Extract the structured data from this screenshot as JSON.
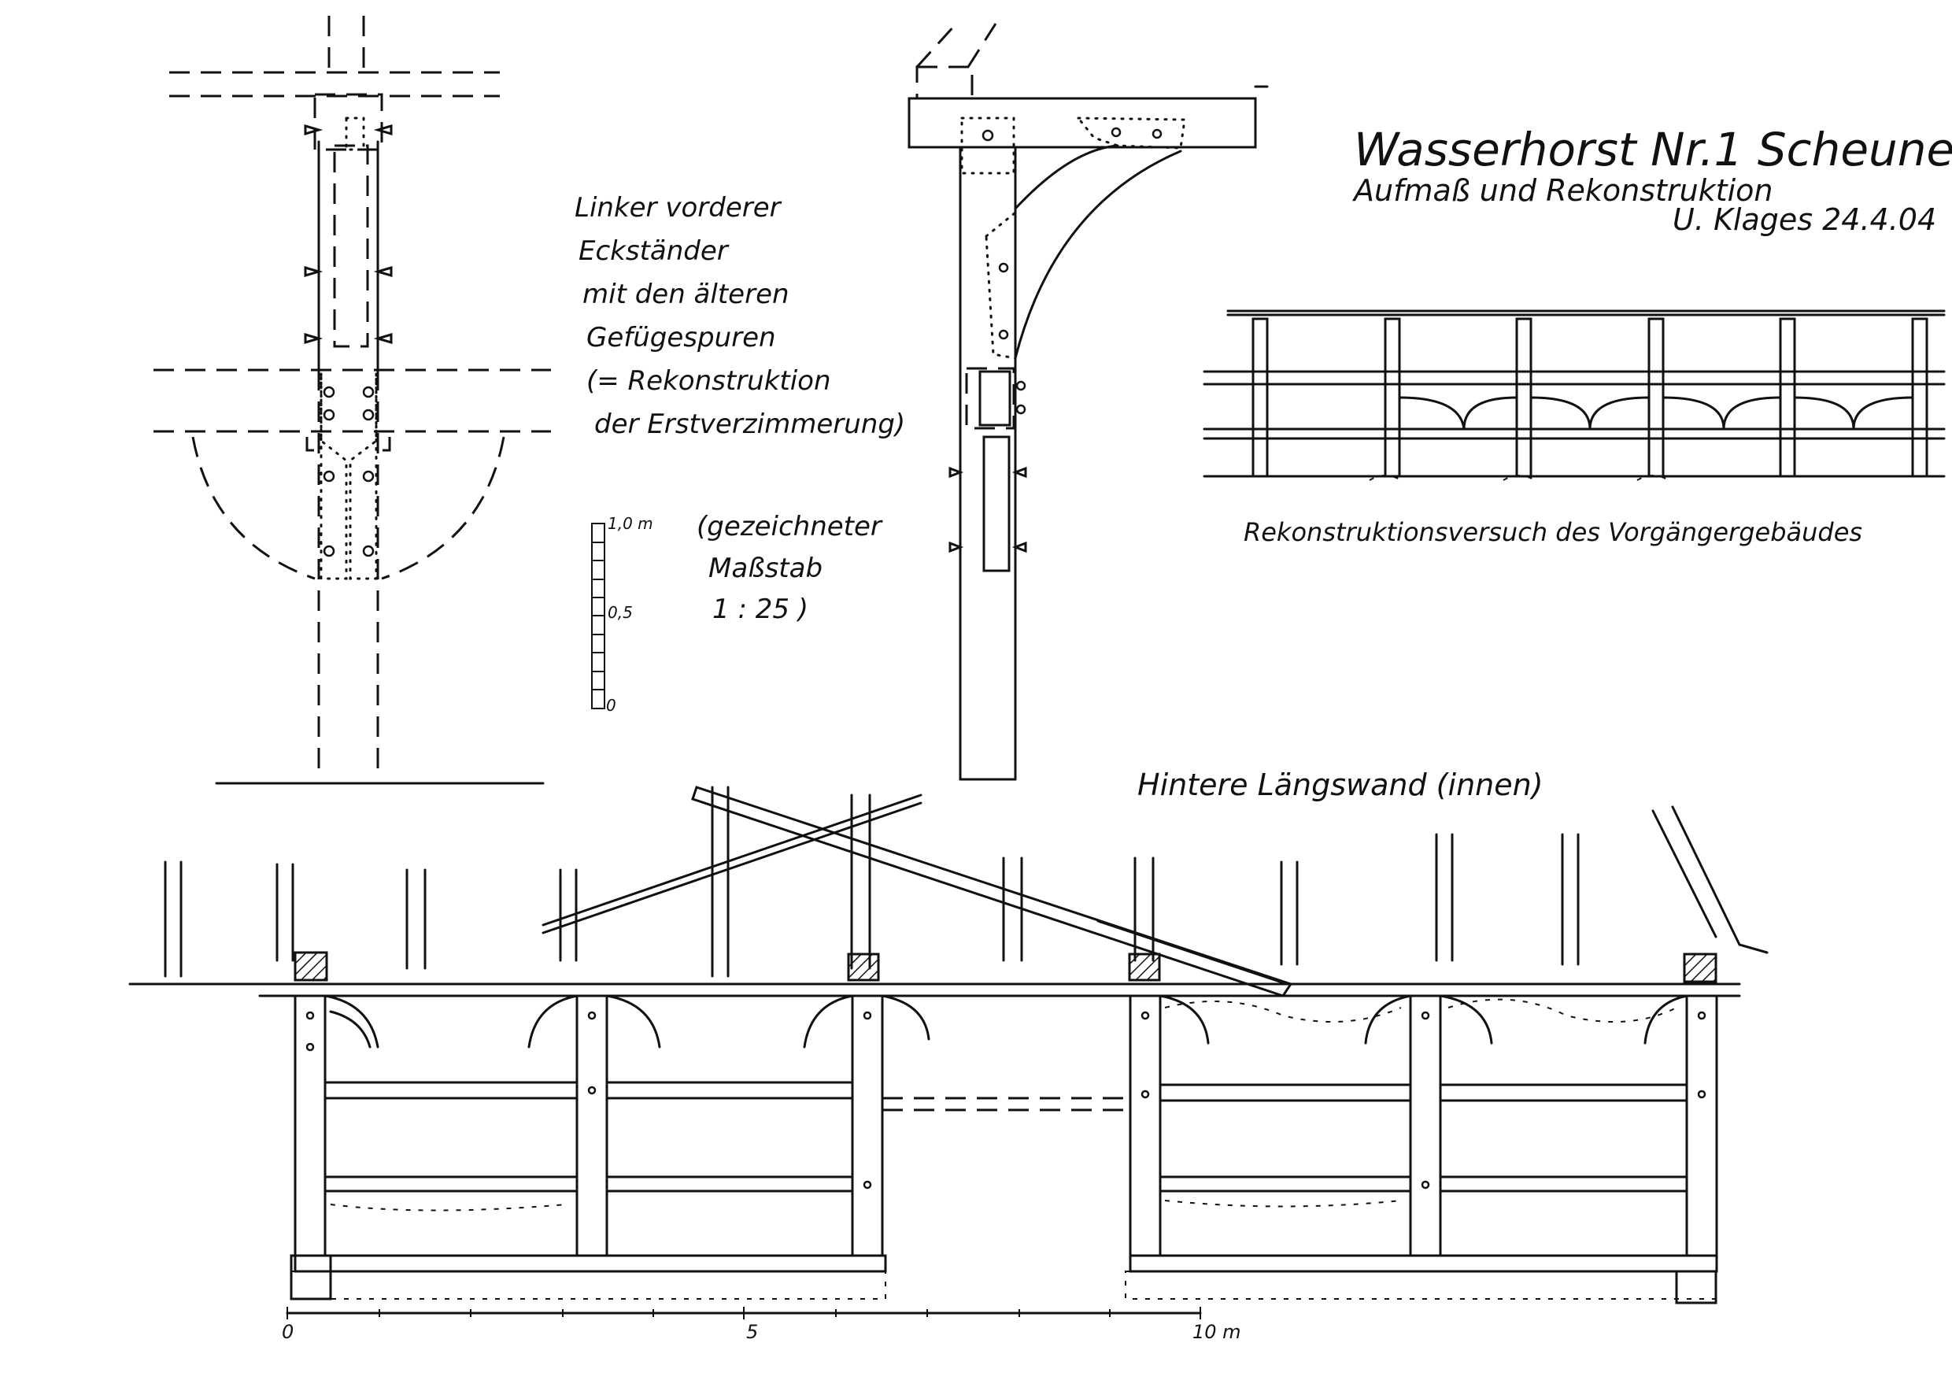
{
  "title": {
    "main": "Wasserhorst Nr.1 Scheune",
    "sub": "Aufmaß und Rekonstruktion",
    "author_date": "U. Klages 24.4.04"
  },
  "corner_post_note": [
    "Linker vorderer",
    "Eckständer",
    "mit den älteren",
    "Gefügespuren",
    "(= Rekonstruktion",
    "der Erstverzimmerung)"
  ],
  "scale_note": [
    "(gezeichneter",
    "Maßstab",
    "1 : 25 )"
  ],
  "small_scale": {
    "top": "1,0 m",
    "middle": "0,5",
    "bottom": "0"
  },
  "reconstruction_caption": "Rekonstruktionsversuch des Vorgängergebäudes",
  "wall_caption": "Hintere Längswand (innen)",
  "bottom_scale": {
    "start": "0",
    "middle": "5",
    "end": "10 m"
  }
}
